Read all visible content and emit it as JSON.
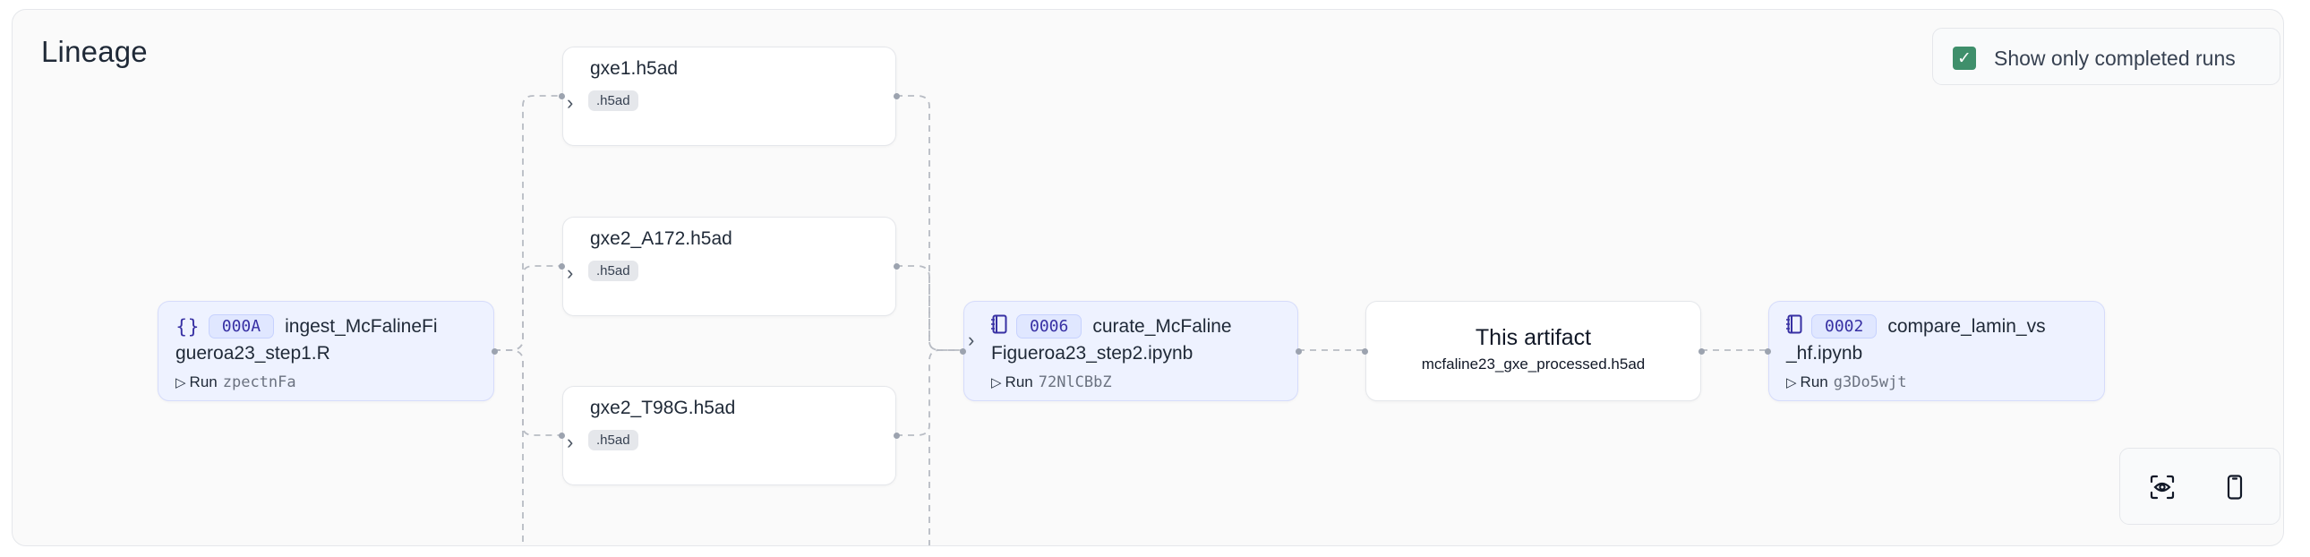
{
  "header": {
    "title": "Lineage"
  },
  "toggle": {
    "label": "Show only completed runs",
    "checked": true,
    "accent_color": "#3f8f6b"
  },
  "nodes": {
    "ingest": {
      "icon": "code-braces-icon",
      "uid": "000A",
      "name_line1": "ingest_McFalineFi",
      "name_line2": "gueroa23_step1.R",
      "run_label": "Run",
      "run_id": "zpectnFa"
    },
    "files": [
      {
        "name": "gxe1.h5ad",
        "suffix": ".h5ad"
      },
      {
        "name": "gxe2_A172.h5ad",
        "suffix": ".h5ad"
      },
      {
        "name": "gxe2_T98G.h5ad",
        "suffix": ".h5ad"
      }
    ],
    "curate": {
      "icon": "notebook-icon",
      "uid": "0006",
      "name_line1": "curate_McFaline",
      "name_line2": "Figueroa23_step2.ipynb",
      "run_label": "Run",
      "run_id": "72NlCBbZ"
    },
    "self": {
      "title": "This artifact",
      "filename": "mcfaline23_gxe_processed.h5ad"
    },
    "compare": {
      "icon": "notebook-icon",
      "uid": "0002",
      "name_line1": "compare_lamin_vs",
      "name_line2": "_hf.ipynb",
      "run_label": "Run",
      "run_id": "g3Do5wjt"
    }
  },
  "controls": [
    {
      "icon": "eye-scan-icon"
    },
    {
      "icon": "phone-icon"
    }
  ],
  "colors": {
    "transform_bg": "#eef2ff",
    "uid_bg": "#e0e7ff",
    "uid_text": "#3730a3",
    "edge": "#b8bcc4"
  }
}
